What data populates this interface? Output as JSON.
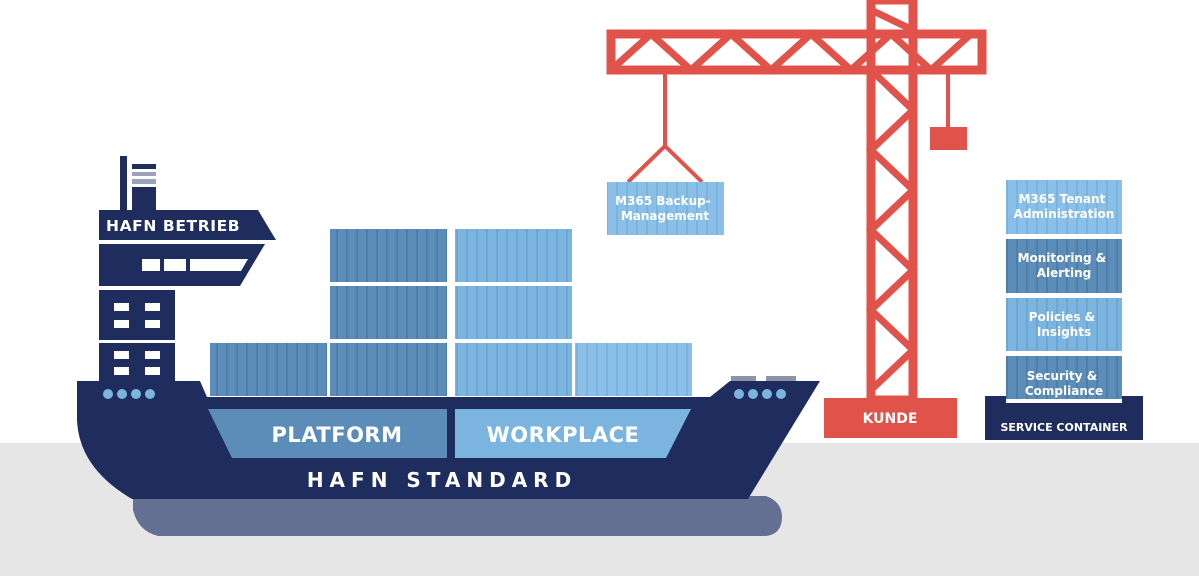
{
  "ship": {
    "bridge_label": "HAFN BETRIEB",
    "hull_label": "HAFN STANDARD",
    "deck_left_label": "PLATFORM",
    "deck_right_label": "WORKPLACE"
  },
  "crane": {
    "base_label": "KUNDE",
    "hanging_container": {
      "line1": "M365 Backup-",
      "line2": "Management"
    }
  },
  "service_stack": {
    "base_label": "SERVICE CONTAINER",
    "containers": [
      {
        "line1": "M365 Tenant",
        "line2": "Administration"
      },
      {
        "line1": "Monitoring &",
        "line2": "Alerting"
      },
      {
        "line1": "Policies &",
        "line2": "Insights"
      },
      {
        "line1": "Security &",
        "line2": "Compliance"
      }
    ]
  },
  "colors": {
    "navy": "#1e2d5e",
    "red": "#e0524a",
    "container_light": "#7cb4e0",
    "container_dark": "#5b8db8",
    "ground": "#e6e6e6"
  }
}
